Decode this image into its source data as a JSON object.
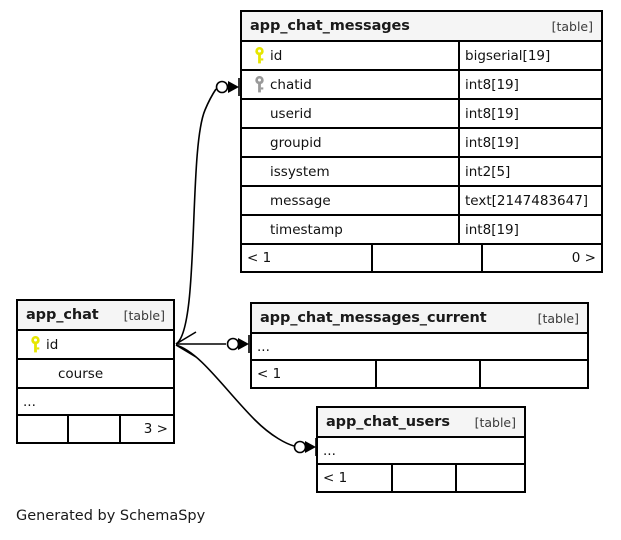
{
  "diagram": {
    "caption": "Generated by SchemaSpy",
    "table_tag": "[table]",
    "ellipsis": "...",
    "colors": {
      "primary_key": "#e6e600",
      "foreign_key": "#999999",
      "border": "#000000",
      "header_bg": "#f5f5f5",
      "body_bg": "#ffffff",
      "text": "#111111"
    }
  },
  "tables": [
    {
      "id": "app_chat_messages",
      "name": "app_chat_messages",
      "tag": "[table]",
      "columns": [
        {
          "name": "id",
          "type": "bigserial[19]",
          "key": "primary"
        },
        {
          "name": "chatid",
          "type": "int8[19]",
          "key": "foreign"
        },
        {
          "name": "userid",
          "type": "int8[19]",
          "key": "none"
        },
        {
          "name": "groupid",
          "type": "int8[19]",
          "key": "none"
        },
        {
          "name": "issystem",
          "type": "int2[5]",
          "key": "none"
        },
        {
          "name": "message",
          "type": "text[2147483647]",
          "key": "none"
        },
        {
          "name": "timestamp",
          "type": "int8[19]",
          "key": "none"
        }
      ],
      "footer": [
        "< 1",
        "",
        "0 >"
      ]
    },
    {
      "id": "app_chat",
      "name": "app_chat",
      "tag": "[table]",
      "columns": [
        {
          "name": "id",
          "type": "",
          "key": "primary"
        },
        {
          "name": "course",
          "type": "",
          "key": "none"
        }
      ],
      "has_ellipsis_row": true,
      "footer": [
        "",
        "",
        "3 >"
      ]
    },
    {
      "id": "app_chat_messages_current",
      "name": "app_chat_messages_current",
      "tag": "[table]",
      "columns": [],
      "has_ellipsis_row": true,
      "footer": [
        "< 1",
        "",
        ""
      ]
    },
    {
      "id": "app_chat_users",
      "name": "app_chat_users",
      "tag": "[table]",
      "columns": [],
      "has_ellipsis_row": true,
      "footer": [
        "< 1",
        "",
        ""
      ]
    }
  ],
  "relationships": [
    {
      "from": "app_chat",
      "to": "app_chat_messages",
      "from_cardinality": "one",
      "to_cardinality": "zero-or-many"
    },
    {
      "from": "app_chat",
      "to": "app_chat_messages_current",
      "from_cardinality": "one",
      "to_cardinality": "zero-or-many"
    },
    {
      "from": "app_chat",
      "to": "app_chat_users",
      "from_cardinality": "one",
      "to_cardinality": "zero-or-many"
    }
  ]
}
